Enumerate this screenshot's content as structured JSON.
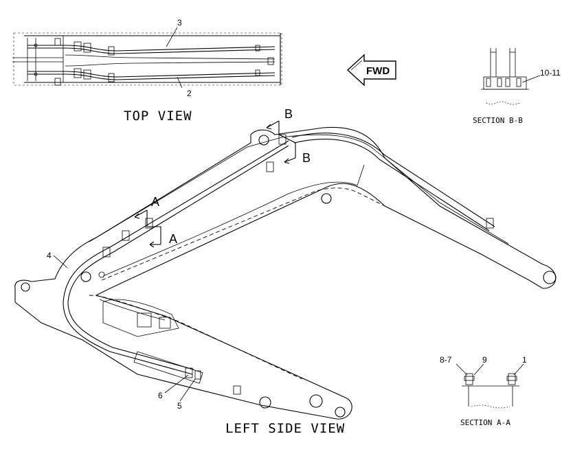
{
  "views": {
    "top_view": "TOP VIEW",
    "left_side_view": "LEFT SIDE VIEW",
    "section_aa": "SECTION A-A",
    "section_bb": "SECTION B-B"
  },
  "forward_arrow": "FWD",
  "section_markers": {
    "a_upper": "A",
    "a_lower": "A",
    "b_upper": "B",
    "b_lower": "B"
  },
  "callouts": {
    "c1": "1",
    "c2": "2",
    "c3": "3",
    "c4": "4",
    "c5": "5",
    "c6": "6",
    "c8_7": "8-7",
    "c9": "9",
    "c10_11": "10-11"
  }
}
